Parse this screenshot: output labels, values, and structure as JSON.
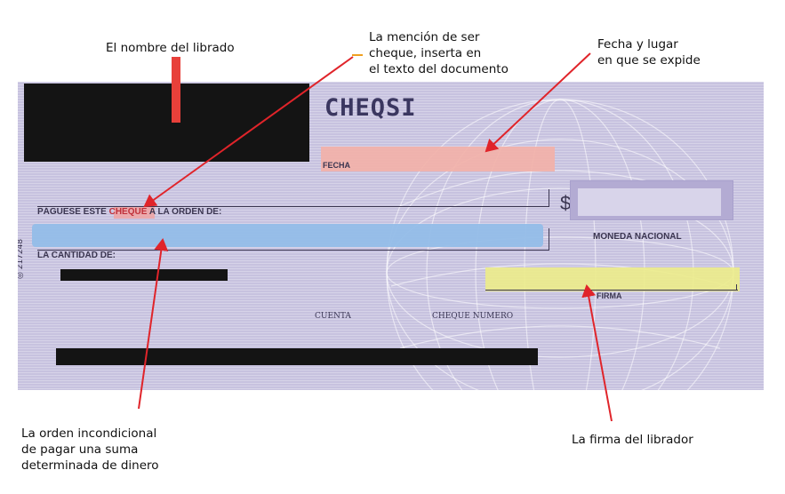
{
  "annotations": {
    "drawee_name": "El nombre del librado",
    "cheque_mention": [
      "La mención de ser",
      "cheque, inserta en",
      "el texto del documento"
    ],
    "date_place": [
      "Fecha y lugar",
      "en que se expide"
    ],
    "unconditional_order": [
      "La orden incondicional",
      "de pagar una suma",
      "determinada de dinero"
    ],
    "drawer_signature": "La firma del librador"
  },
  "check": {
    "brand": "CHEQSI",
    "date_label": "FECHA",
    "pay_prefix": "PÁGUESE ESTE",
    "pay_word": "CHEQUE",
    "pay_suffix": "A LA ORDEN DE:",
    "currency_symbol": "$",
    "currency_label": "MONEDA NACIONAL",
    "amount_label": "LA CANTIDAD DE:",
    "serial_vertical": "217248",
    "signature_label": "FIRMA",
    "account_label": "CUENTA",
    "cheque_number_label": "CHEQUE NUMERO"
  },
  "colors": {
    "check_background": "#c7c2df",
    "arrow": "#e0242a",
    "highlight_date": "#f2b1a8",
    "highlight_payee": "#93bde8",
    "highlight_signature": "#ecec8a",
    "redaction": "#141414"
  }
}
